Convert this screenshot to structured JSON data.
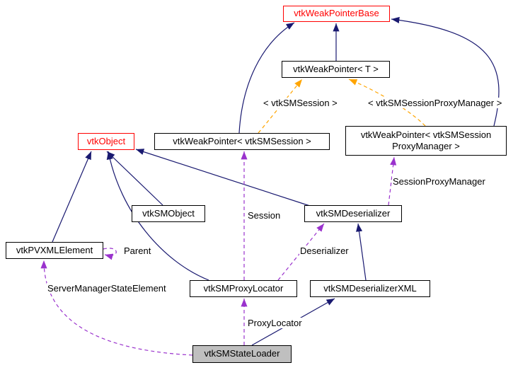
{
  "diagram": {
    "type": "doxygen-collaboration-graph",
    "focus_node": "vtkSMStateLoader",
    "nodes": {
      "weak_pointer_base": {
        "label": "vtkWeakPointerBase"
      },
      "weak_pointer_t": {
        "label": "vtkWeakPointer< T >"
      },
      "vtk_object": {
        "label": "vtkObject"
      },
      "weak_pointer_session": {
        "label": "vtkWeakPointer< vtkSMSession >"
      },
      "weak_pointer_spm": {
        "line1": "vtkWeakPointer< vtkSMSession",
        "line2": "ProxyManager >"
      },
      "sm_object": {
        "label": "vtkSMObject"
      },
      "sm_deserializer": {
        "label": "vtkSMDeserializer"
      },
      "pvxml_element": {
        "label": "vtkPVXMLElement"
      },
      "sm_proxy_locator": {
        "label": "vtkSMProxyLocator"
      },
      "sm_deserializer_xml": {
        "label": "vtkSMDeserializerXML"
      },
      "sm_state_loader": {
        "label": "vtkSMStateLoader"
      }
    },
    "edge_labels": {
      "template_session": "< vtkSMSession >",
      "template_spm": "< vtkSMSessionProxyManager >",
      "session": "Session",
      "session_proxy_manager": "SessionProxyManager",
      "parent": "Parent",
      "deserializer": "Deserializer",
      "server_manager_state_element": "ServerManagerStateElement",
      "proxy_locator": "ProxyLocator"
    },
    "colors": {
      "inheritance": "#191970",
      "usage": "#9a32cd",
      "template": "#ffa500",
      "truncated": "#ff0000",
      "node_border": "#000000",
      "focus_fill": "#bfbfbf",
      "background": "#ffffff"
    }
  }
}
